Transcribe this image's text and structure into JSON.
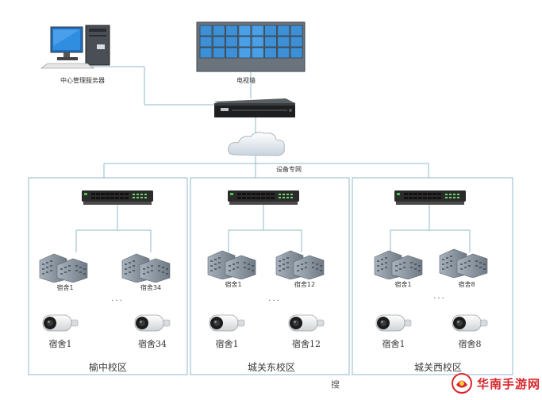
{
  "top": {
    "server_label": "中心管理服务器",
    "tv_wall_label": "电视墙",
    "network_label": "设备专网"
  },
  "campuses": [
    {
      "name": "榆中校区",
      "dorm_left": "宿舍1",
      "dorm_right": "宿舍34",
      "cam_left": "宿舍1",
      "cam_right": "宿舍34",
      "ellipsis": "···"
    },
    {
      "name": "城关东校区",
      "dorm_left": "宿舍1",
      "dorm_right": "宿舍12",
      "cam_left": "宿舍1",
      "cam_right": "宿舍12",
      "ellipsis": "···"
    },
    {
      "name": "城关西校区",
      "dorm_left": "宿舍1",
      "dorm_right": "宿舍8",
      "cam_left": "宿舍1",
      "cam_right": "宿舍8",
      "ellipsis": "···"
    }
  ],
  "watermark": {
    "text": "华南手游网",
    "partial_text": "搜"
  },
  "colors": {
    "line": "#8fb9c8",
    "switch_body": "#2b2b2b",
    "switch_led": "#4cc04c",
    "screen_blue": "#3d8fd6",
    "building": "#8e9aa6",
    "camera_body": "#f2f2f2",
    "watermark_red": "#d8262b"
  }
}
